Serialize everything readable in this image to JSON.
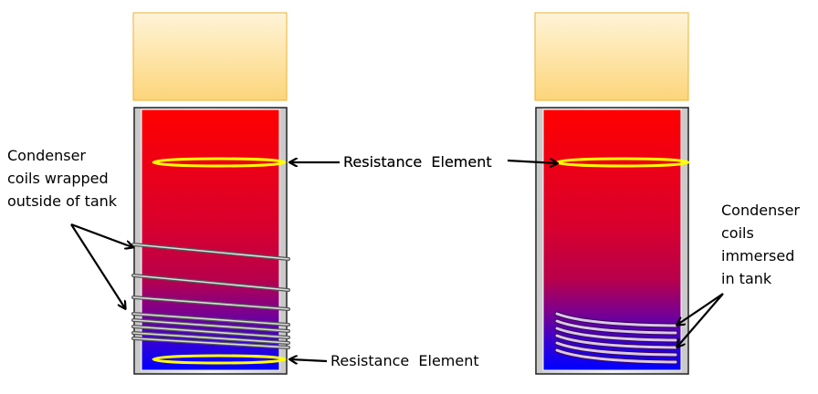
{
  "left_diagram": {
    "condenser_label": [
      "Condenser",
      "coils wrapped",
      "outside of tank"
    ],
    "top_element_label": "Resistance  Element",
    "bottom_element_label": "Resistance  Element"
  },
  "right_diagram": {
    "element_label": "Resistance  Element",
    "condenser_label": [
      "Condenser",
      "coils",
      "immersed",
      "in tank"
    ]
  },
  "colors": {
    "hot": "#ff0000",
    "cold": "#0000ff",
    "element": "#ffff00",
    "cap": "#fcd57a"
  }
}
